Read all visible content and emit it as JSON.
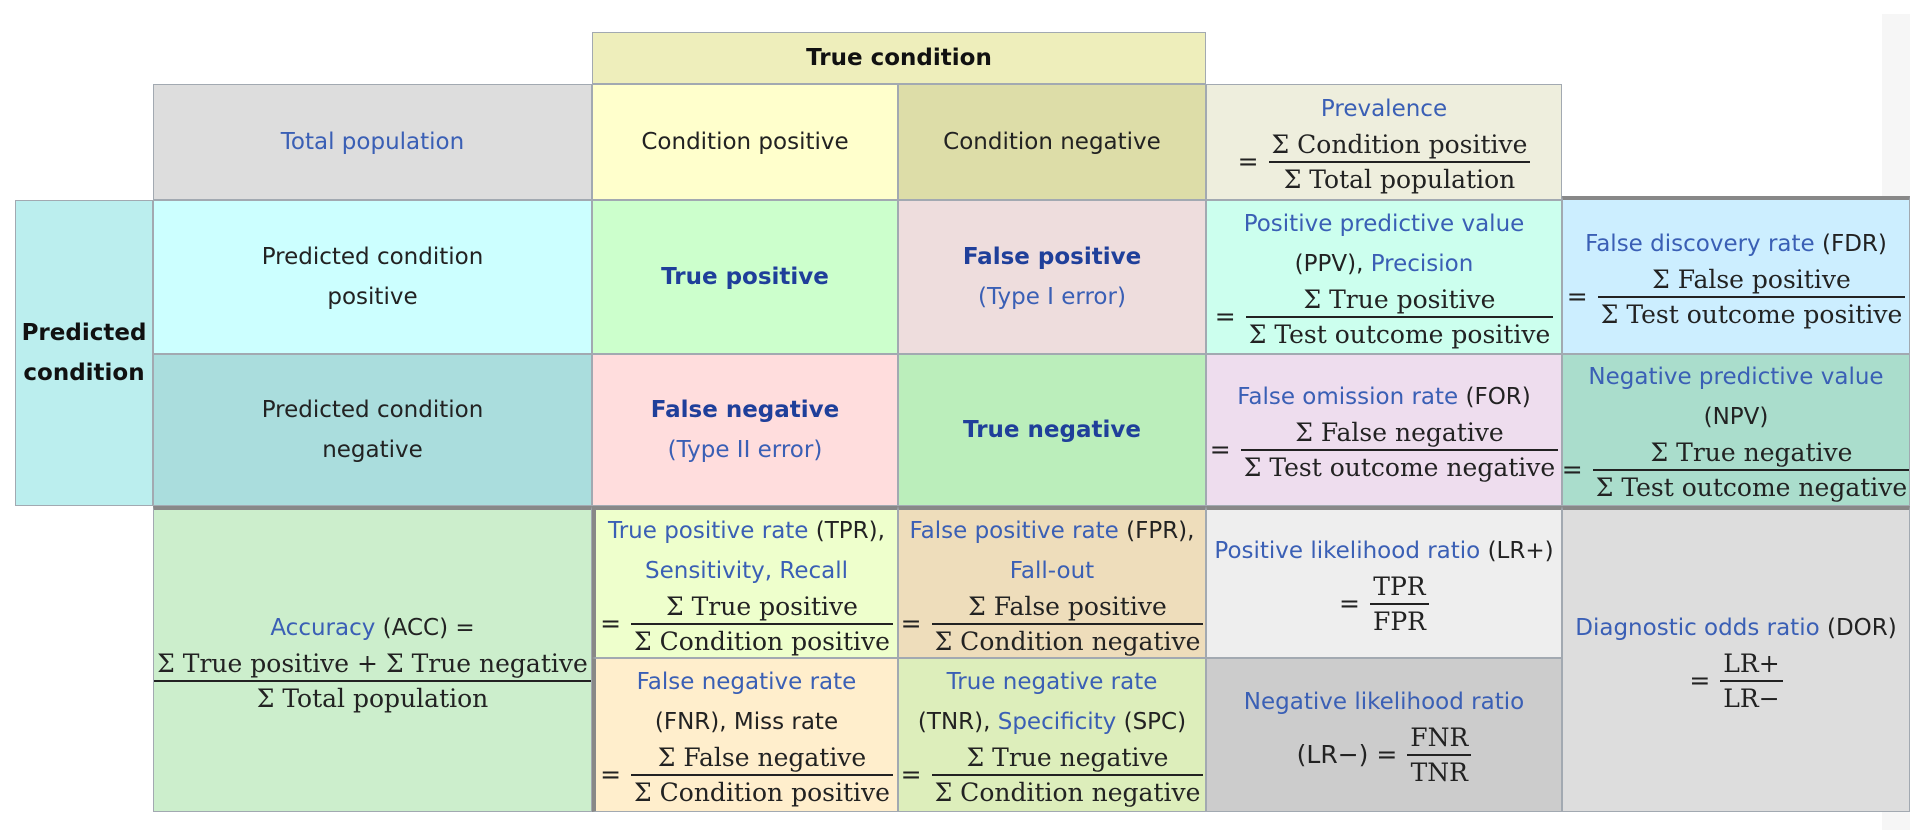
{
  "colors": {
    "border": "#a2a9b1",
    "link": "#3a5fb5",
    "emphasis_link": "#1f3f9a",
    "true_condition_header": "#eeeebb",
    "total_population": "#dddddd",
    "condition_positive": "#ffffcc",
    "condition_negative": "#dddda8",
    "prevalence": "#eeeedd",
    "predicted_condition": "#bbeeee",
    "predicted_positive": "#ccffff",
    "predicted_negative": "#aadddd",
    "true_positive": "#ccffcc",
    "false_positive": "#eedddd",
    "false_negative": "#ffdddd",
    "true_negative": "#bbeebb",
    "ppv": "#ccffee",
    "fdr": "#cceeff",
    "for": "#eeddee",
    "npv": "#aaddcc",
    "accuracy": "#cceecc",
    "tpr": "#eeffcc",
    "fpr": "#eeddbb",
    "fnr": "#ffeecc",
    "tnr": "#ddeebb",
    "lr_plus": "#eeeeee",
    "lr_minus": "#cccccc",
    "dor": "#dddddd"
  },
  "header": {
    "true_condition": "True condition",
    "predicted_condition_line1": "Predicted",
    "predicted_condition_line2": "condition"
  },
  "total_population": "Total population",
  "condition_positive": "Condition positive",
  "condition_negative": "Condition negative",
  "prevalence": {
    "name": "Prevalence",
    "eq": "=",
    "num": "Σ Condition positive",
    "den": "Σ Total population"
  },
  "predicted_positive": {
    "line1": "Predicted condition",
    "line2": "positive"
  },
  "predicted_negative": {
    "line1": "Predicted condition",
    "line2": "negative"
  },
  "true_positive": "True positive",
  "false_positive": {
    "name": "False positive",
    "open": "(",
    "sub": "Type I error",
    "close": ")"
  },
  "false_negative": {
    "name": "False negative",
    "open": "(",
    "sub": "Type II error",
    "close": ")"
  },
  "true_negative": "True negative",
  "ppv": {
    "name": "Positive predictive value",
    "abbr": "(PPV), ",
    "alt": "Precision",
    "eq": "=",
    "num": "Σ True positive",
    "den": "Σ Test outcome positive"
  },
  "fdr": {
    "name": "False discovery rate",
    "abbr": " (FDR)",
    "eq": "=",
    "num": "Σ False positive",
    "den": "Σ Test outcome positive"
  },
  "for": {
    "name": "False omission rate",
    "abbr": " (FOR)",
    "eq": "=",
    "num": "Σ False negative",
    "den": "Σ Test outcome negative"
  },
  "npv": {
    "name": "Negative predictive value",
    "abbr": "(NPV)",
    "eq": "=",
    "num": "Σ True negative",
    "den": "Σ Test outcome negative"
  },
  "accuracy": {
    "name": "Accuracy",
    "abbr": " (ACC) =",
    "num": "Σ True positive + Σ True negative",
    "den": "Σ Total population"
  },
  "tpr": {
    "name": "True positive rate",
    "abbr": " (TPR),",
    "alt1": "Sensitivity",
    "sep": ", ",
    "alt2": "Recall",
    "eq": "=",
    "num": "Σ True positive",
    "den": "Σ Condition positive"
  },
  "fpr": {
    "name": "False positive rate",
    "abbr": " (FPR),",
    "alt": "Fall-out",
    "eq": "=",
    "num": "Σ False positive",
    "den": "Σ Condition negative"
  },
  "fnr": {
    "name": "False negative rate",
    "abbr": "(FNR), Miss rate",
    "eq": "=",
    "num": "Σ False negative",
    "den": "Σ Condition positive"
  },
  "tnr": {
    "name": "True negative rate",
    "abbr_open": "(TNR), ",
    "alt": "Specificity",
    "abbr_close": " (SPC)",
    "eq": "=",
    "num": "Σ True negative",
    "den": "Σ Condition negative"
  },
  "lr_plus": {
    "name": "Positive likelihood ratio",
    "abbr": " (LR+)",
    "eq": "=",
    "num": "TPR",
    "den": "FPR"
  },
  "lr_minus": {
    "name": "Negative likelihood ratio",
    "abbr": "(LR−) =",
    "num": "FNR",
    "den": "TNR"
  },
  "dor": {
    "name": "Diagnostic odds ratio",
    "abbr": " (DOR)",
    "eq": "=",
    "num": "LR+",
    "den": "LR−"
  }
}
